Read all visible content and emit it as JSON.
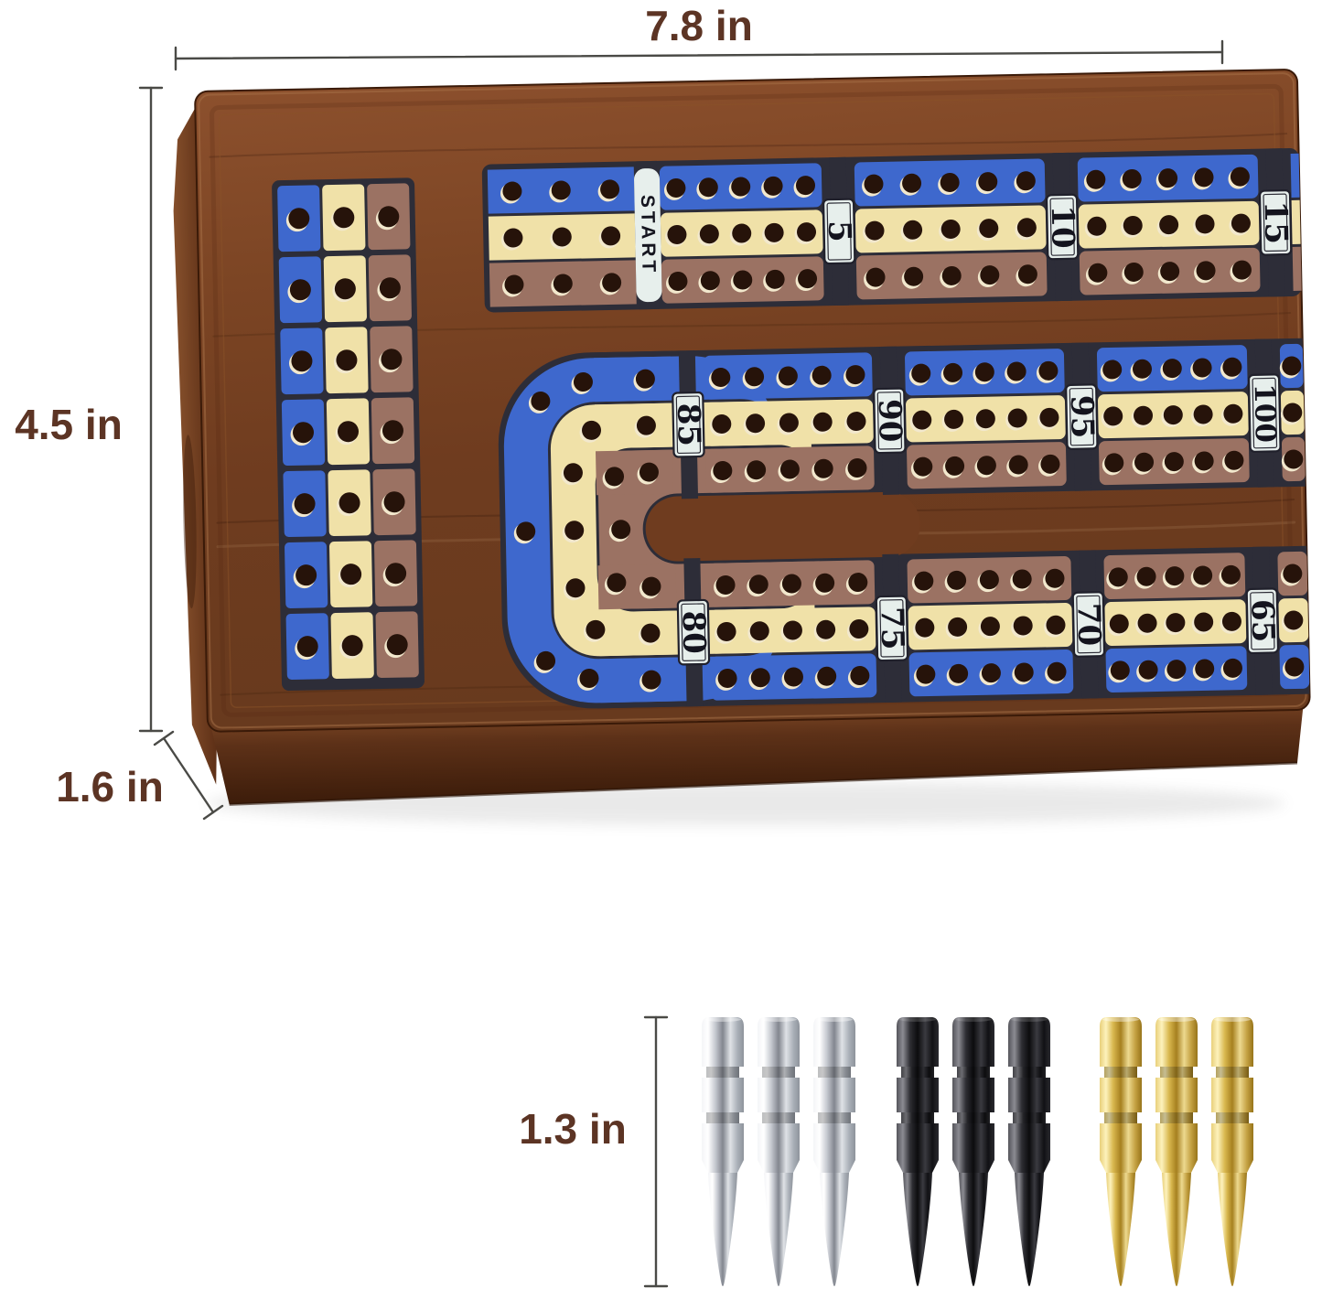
{
  "page": {
    "background": "#ffffff",
    "type": "product dimension illustration of a wooden cribbage board with metal pegs"
  },
  "dimensions": {
    "width_label": "7.8 in",
    "height_label": "4.5 in",
    "depth_label": "1.6 in",
    "peg_height_label": "1.3 in",
    "text_color": "#5c3424",
    "line_color": "#4a4a46"
  },
  "board": {
    "item": "wooden cribbage board",
    "wood_color": "#7a4423",
    "front_face_color": "#552b13",
    "track_colors": {
      "blue": "#3e68cd",
      "cream": "#f0e1a8",
      "brown": "#9b7263",
      "outline": "#2d2d38",
      "hole": "#26130a",
      "hole_highlight": "#f2e8cd",
      "badge_fill": "#e7efec"
    },
    "start_label": "START",
    "top_track_markers": [
      "5",
      "10",
      "15"
    ],
    "middle_track_markers": [
      "85",
      "90",
      "95",
      "100"
    ],
    "bottom_track_markers": [
      "80",
      "75",
      "70",
      "65"
    ],
    "left_block": {
      "columns": 3,
      "rows": 7
    },
    "holes_per_segment": 5
  },
  "pegs": {
    "materials": [
      "silver",
      "black",
      "gold"
    ],
    "count_per_material": 3,
    "colors": {
      "silver": [
        "#f4f5f7",
        "#ffffff",
        "#c7cad1",
        "#82868f",
        "#dfe2e6",
        "#aab0b8",
        "#8e939b"
      ],
      "black": [
        "#55555b",
        "#8b8b92",
        "#2e2e33",
        "#0c0c0e",
        "#3a3a40",
        "#111114",
        "#2a2a2f"
      ],
      "gold": [
        "#e8cf7a",
        "#fdf2bc",
        "#d9b84f",
        "#a6801f",
        "#edd98f",
        "#c3a041",
        "#97741a"
      ]
    }
  }
}
